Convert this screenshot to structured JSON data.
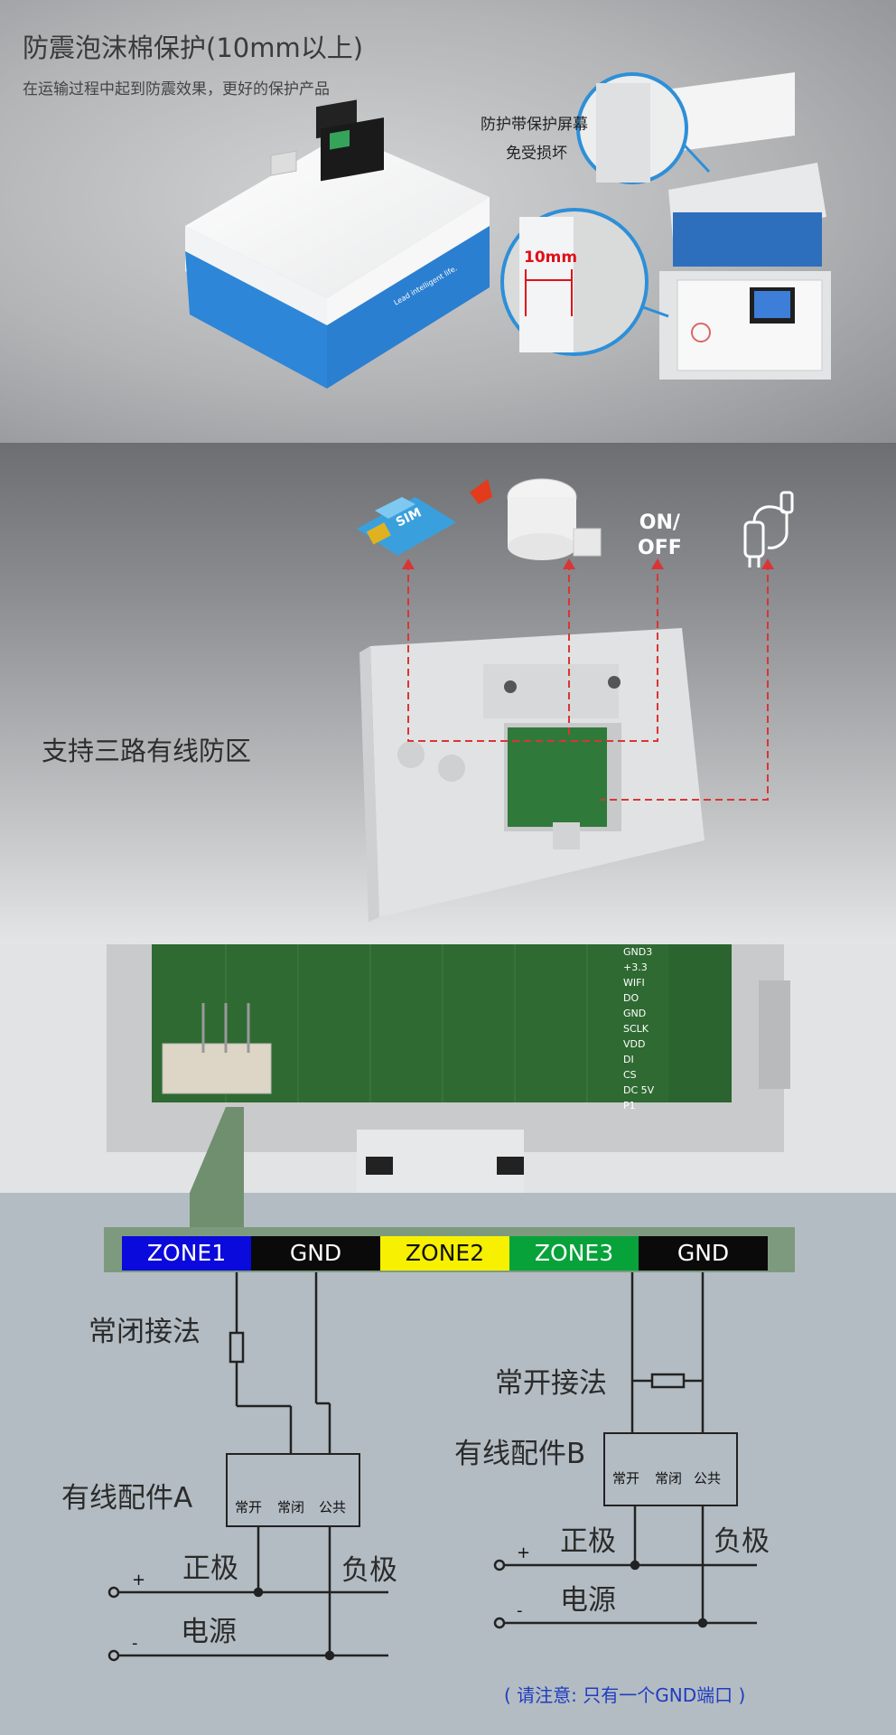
{
  "section1": {
    "title": "防震泡沫棉保护(10mm以上)",
    "subtitle": "在运输过程中起到防震效果，更好的保护产品",
    "callout_line1": "防护带保护屏幕",
    "callout_line2": "免受损坏",
    "foam_thickness": "10mm",
    "box_slogan": "Lead intelligent life."
  },
  "section2": {
    "caption": "支持三路有线防区",
    "sim_label": "SIM",
    "switch_label_line1": "ON/",
    "switch_label_line2": "OFF"
  },
  "section3": {
    "pcb_labels": [
      "GND3",
      "+3.3",
      "WIFI",
      "DO",
      "GND",
      "SCLK",
      "VDD",
      "DI",
      "CS",
      "DC 5V",
      "P1"
    ]
  },
  "wiring": {
    "zones": [
      {
        "label": "ZONE1",
        "bg": "#0a0adc",
        "fg": "#ffffff"
      },
      {
        "label": "GND",
        "bg": "#0a0a0a",
        "fg": "#ffffff"
      },
      {
        "label": "ZONE2",
        "bg": "#f7f000",
        "fg": "#111111"
      },
      {
        "label": "ZONE3",
        "bg": "#07a23a",
        "fg": "#ffffff"
      },
      {
        "label": "GND",
        "bg": "#0a0a0a",
        "fg": "#ffffff"
      }
    ],
    "nc_method": "常闭接法",
    "no_method": "常开接法",
    "device_a": "有线配件A",
    "device_b": "有线配件B",
    "terminal_no": "常开",
    "terminal_nc": "常闭",
    "terminal_com": "公共",
    "positive": "正极",
    "negative": "负极",
    "plus": "+",
    "minus": "-",
    "power": "电源",
    "note": "( 请注意: 只有一个GND端口 )"
  }
}
